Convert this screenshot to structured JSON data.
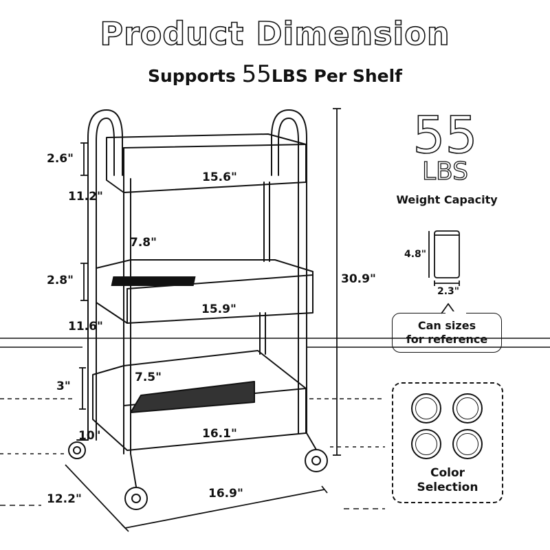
{
  "header": {
    "title": "Product Dimension",
    "subtitle_prefix": "Supports ",
    "subtitle_number": "55",
    "subtitle_suffix": "LBS Per Shelf"
  },
  "dimensions": {
    "top_depth": "2.6\"",
    "top_width": "15.6\"",
    "gap_top": "11.2\"",
    "middle_inner_depth": "7.8\"",
    "middle_depth": "2.8\"",
    "middle_width": "15.9\"",
    "gap_middle": "11.6\"",
    "bottom_inner_depth": "7.5\"",
    "bottom_depth": "3\"",
    "bottom_width": "16.1\"",
    "wheel_height": "10\"",
    "base_depth": "12.2\"",
    "base_width": "16.9\"",
    "total_height": "30.9\""
  },
  "capacity": {
    "number": "55",
    "unit": "LBS",
    "label": "Weight Capacity"
  },
  "can": {
    "height": "4.8\"",
    "width": "2.3\"",
    "note_line1": "Can sizes",
    "note_line2": "for reference"
  },
  "colors": {
    "label_line1": "Color",
    "label_line2": "Selection"
  }
}
